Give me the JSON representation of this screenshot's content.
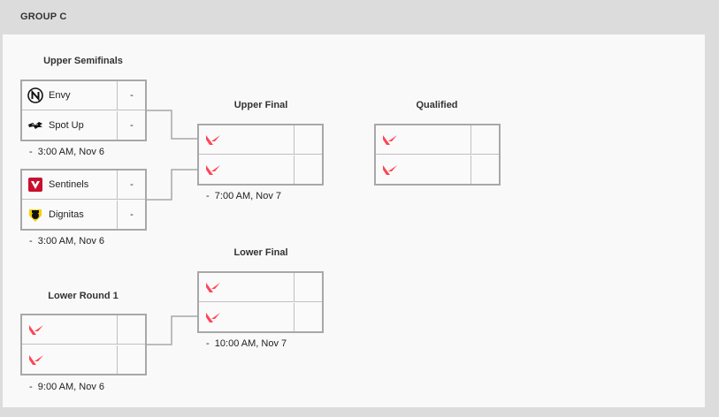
{
  "group_title": "GROUP C",
  "columns": {
    "upper_semifinals": "Upper Semifinals",
    "upper_final": "Upper Final",
    "qualified": "Qualified",
    "lower_final": "Lower Final",
    "lower_round_1": "Lower Round 1"
  },
  "matches": {
    "us1": {
      "team1": "Envy",
      "score1": "-",
      "team2": "Spot Up",
      "score2": "-",
      "time": "3:00 AM, Nov 6"
    },
    "us2": {
      "team1": "Sentinels",
      "score1": "-",
      "team2": "Dignitas",
      "score2": "-",
      "time": "3:00 AM, Nov 6"
    },
    "uf": {
      "time": "7:00 AM, Nov 7"
    },
    "lf": {
      "time": "10:00 AM, Nov 7"
    },
    "lr1": {
      "time": "9:00 AM, Nov 6"
    }
  },
  "time_prefix": "-",
  "icons": {
    "placeholder": "valorant-logo-icon",
    "envy": "envy-logo-icon",
    "spot_up": "spot-up-logo-icon",
    "sentinels": "sentinels-logo-icon",
    "dignitas": "dignitas-logo-icon"
  },
  "colors": {
    "valorant_red": "#ff4655",
    "sentinels_red": "#c8102e",
    "dignitas_yellow": "#f5d000",
    "border": "#a8a8a8"
  }
}
